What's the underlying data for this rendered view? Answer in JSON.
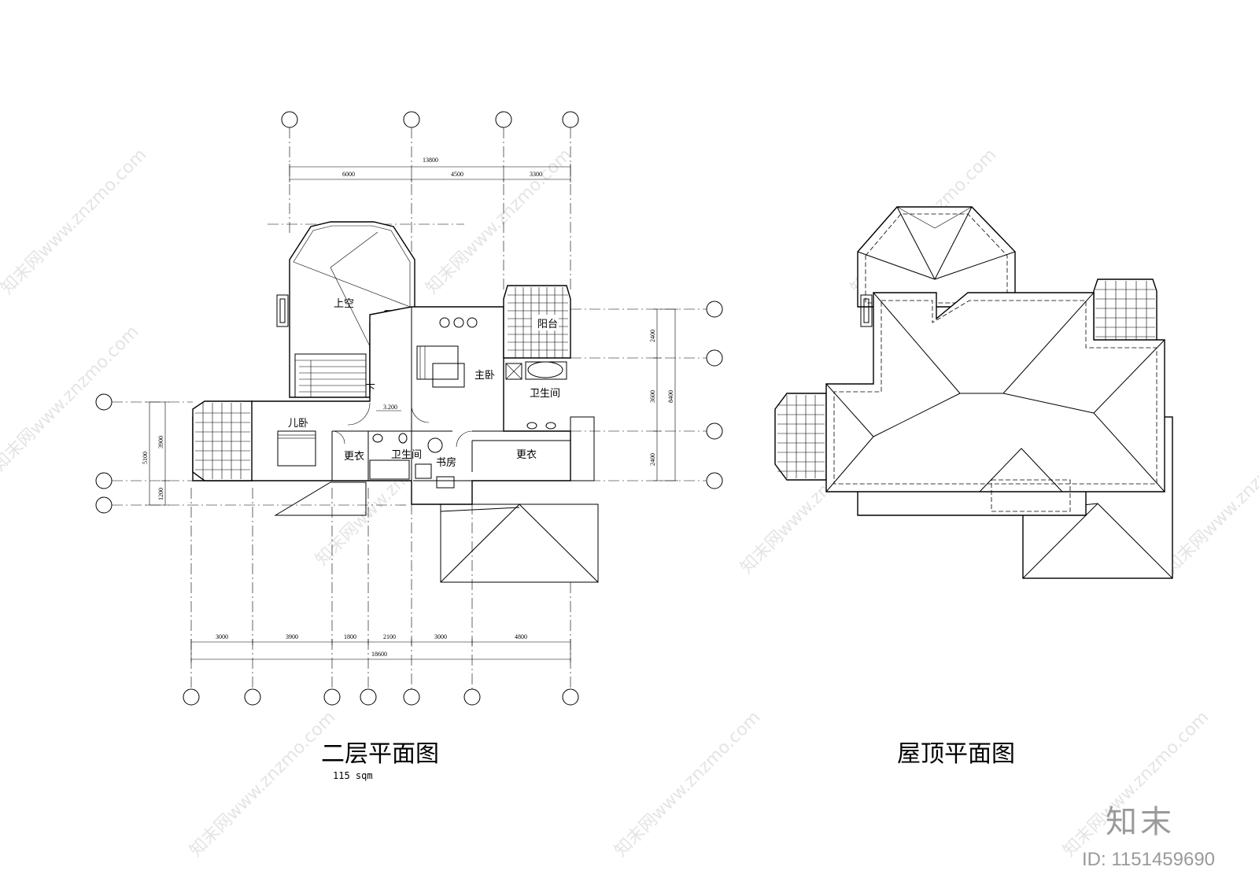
{
  "plans": [
    {
      "title": "二层平面图",
      "subtitle": "115 sqm",
      "top_dims": {
        "total": "13800",
        "parts": [
          "6000",
          "4500",
          "3300"
        ]
      },
      "bottom_dims": {
        "total": "18600",
        "parts": [
          "3000",
          "3900",
          "1800",
          "2100",
          "3000",
          "4800"
        ]
      },
      "left_dims": [
        "5100",
        "3900",
        "1200"
      ],
      "right_dims": [
        "2400",
        "3600",
        "2400",
        "8400"
      ],
      "rooms": {
        "void": "上空",
        "master_bed": "主卧",
        "balcony": "阳台",
        "bath_master": "卫生间",
        "kids_bed": "儿卧",
        "closet_1": "更衣",
        "bath_2": "卫生间",
        "study": "书房",
        "closet_2": "更衣",
        "stair_down": "下",
        "level": "3.200"
      }
    },
    {
      "title": "屋顶平面图"
    }
  ],
  "watermark": "知末网www.znzmo.com",
  "brand": {
    "logo": "知末",
    "id_label": "ID: 1151459690"
  }
}
